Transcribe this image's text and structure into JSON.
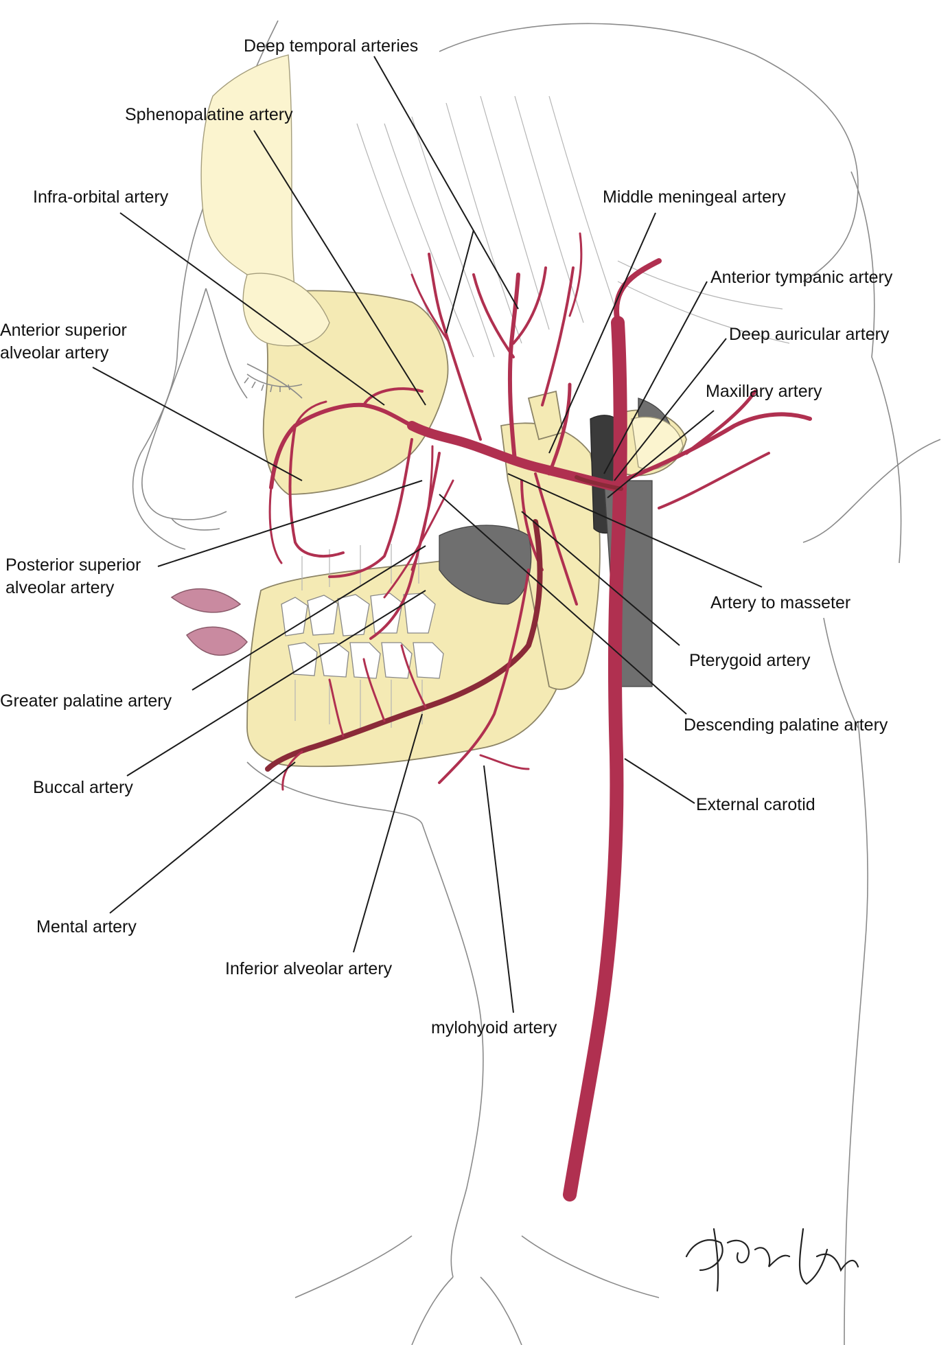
{
  "labels": {
    "deep_temporal": "Deep temporal arteries",
    "sphenopalatine": "Sphenopalatine artery",
    "infra_orbital": "Infra-orbital artery",
    "middle_meningeal": "Middle meningeal artery",
    "anterior_tympanic": "Anterior tympanic artery",
    "anterior_superior_alveolar_1": "Anterior superior",
    "anterior_superior_alveolar_2": "alveolar artery",
    "deep_auricular": "Deep auricular artery",
    "maxillary": "Maxillary artery",
    "posterior_superior_alveolar_1": "Posterior superior",
    "posterior_superior_alveolar_2": "alveolar artery",
    "artery_to_masseter": "Artery to masseter",
    "pterygoid": "Pterygoid artery",
    "greater_palatine": "Greater palatine artery",
    "descending_palatine": "Descending palatine artery",
    "buccal": "Buccal artery",
    "external_carotid": "External carotid",
    "mental": "Mental artery",
    "inferior_alveolar": "Inferior alveolar artery",
    "mylohyoid": "mylohyoid artery"
  },
  "colors": {
    "artery": "#b03050",
    "artery_dark": "#8a2a38",
    "bone": "#f4eab4",
    "lips": "#c98aa0"
  }
}
